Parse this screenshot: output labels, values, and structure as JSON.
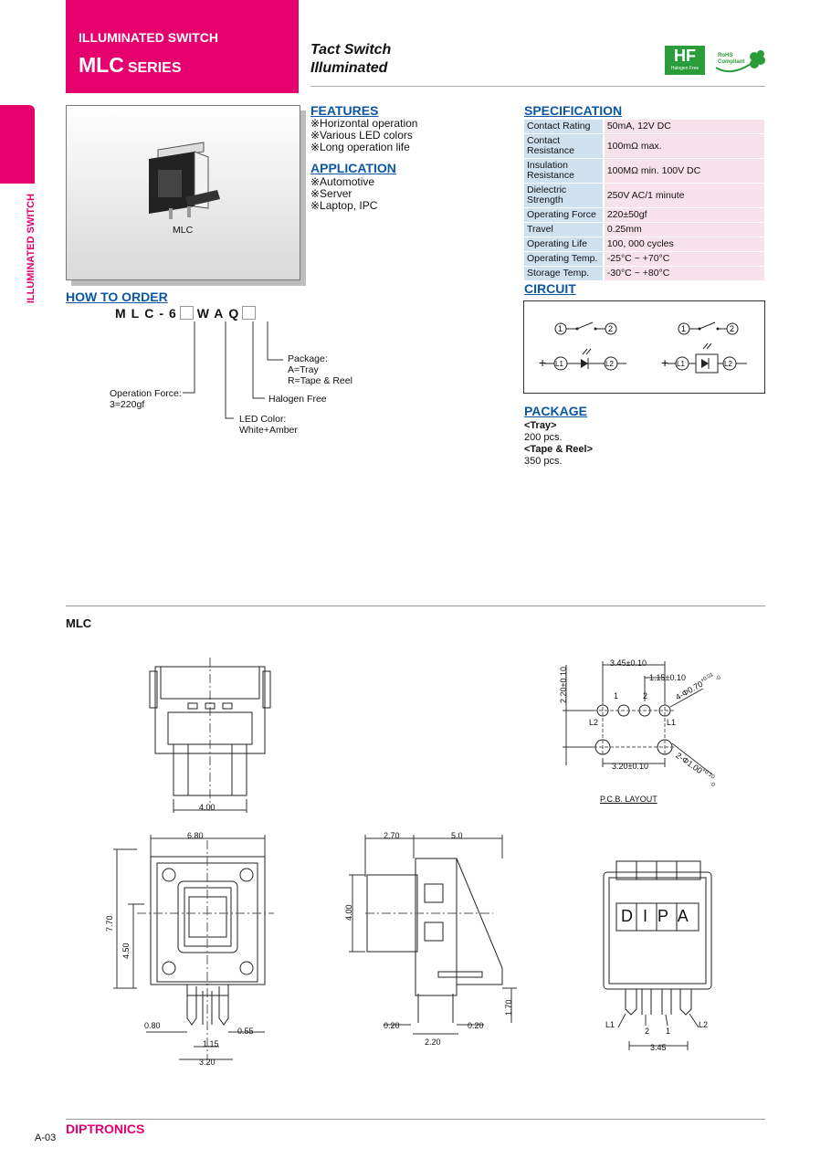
{
  "header": {
    "category": "ILLUMINATED SWITCH",
    "series_code": "MLC",
    "series_word": "SERIES",
    "title_line1": "Tact Switch",
    "title_line2": "Illuminated",
    "badge_halogen": "Halogen Free",
    "badge_rohs": "RoHS Compliant"
  },
  "side_tab": "ILLUMINATED SWITCH",
  "product_image_label": "MLC",
  "features": {
    "heading": "FEATURES",
    "items": [
      "※Horizontal operation",
      "※Various LED colors",
      "※Long operation life"
    ]
  },
  "application": {
    "heading": "APPLICATION",
    "items": [
      "※Automotive",
      "※Server",
      "※Laptop, IPC"
    ]
  },
  "specification": {
    "heading": "SPECIFICATION",
    "rows": [
      {
        "k": "Contact Rating",
        "v": "50mA, 12V DC"
      },
      {
        "k": "Contact Resistance",
        "v": "100mΩ max."
      },
      {
        "k": "Insulation Resistance",
        "v": "100MΩ min. 100V DC"
      },
      {
        "k": "Dielectric Strength",
        "v": "250V AC/1 minute"
      },
      {
        "k": "Operating Force",
        "v": "220±50gf"
      },
      {
        "k": "Travel",
        "v": "0.25mm"
      },
      {
        "k": "Operating Life",
        "v": "100, 000 cycles"
      },
      {
        "k": "Operating Temp.",
        "v": "-25°C ~ +70°C"
      },
      {
        "k": "Storage Temp.",
        "v": "-30°C ~ +80°C"
      }
    ]
  },
  "how_to_order": {
    "heading": "HOW TO ORDER",
    "code_prefix": "MLC-6",
    "code_mid": "WAQ",
    "package_label": "Package:",
    "package_a": "A=Tray",
    "package_r": "R=Tape & Reel",
    "halogen": "Halogen Free",
    "force_label": "Operation Force:",
    "force_value": "3=220gf",
    "led_label": "LED Color:",
    "led_value": "White+Amber"
  },
  "circuit": {
    "heading": "CIRCUIT",
    "n1": "1",
    "n2": "2",
    "l1": "L1",
    "l2": "L2"
  },
  "package": {
    "heading": "PACKAGE",
    "tray_label": "<Tray>",
    "tray_value": "200 pcs.",
    "reel_label": "<Tape & Reel>",
    "reel_value": "350 pcs."
  },
  "drawing": {
    "title": "MLC",
    "top_w": "4.00",
    "pcb_345": "3.45±0.10",
    "pcb_115": "1.15±0.10",
    "pcb_220": "2.20±0.10",
    "pcb_hole1": "4-Φ0.70",
    "pcb_hole1_tol": "+0.01",
    "pcb_hole1_tol2": "-0",
    "pcb_320": "3.20±0.10",
    "pcb_hole2": "2-Φ1.00",
    "pcb_hole2_tol": "+0.10",
    "pcb_hole2_tol2": "-0",
    "pcb_n1": "1",
    "pcb_n2": "2",
    "pcb_l1": "L1",
    "pcb_l2": "L2",
    "pcb_caption": "P.C.B. LAYOUT",
    "front_680": "6.80",
    "front_770": "7.70",
    "front_450": "4.50",
    "front_080": "0.80",
    "front_055": "0.55",
    "front_115": "1.15",
    "front_320": "3.20",
    "side_270": "2.70",
    "side_50": "5.0",
    "side_400": "4.00",
    "side_170": "1.70",
    "side_020a": "0.20",
    "side_020b": "0.20",
    "side_220": "2.20",
    "back_letters": [
      "D",
      "I",
      "P",
      "A"
    ],
    "back_l1": "L1",
    "back_2": "2",
    "back_1": "1",
    "back_l2": "L2",
    "back_345": "3.45"
  },
  "footer": {
    "page": "A-03",
    "brand": "DIPTRONICS"
  }
}
